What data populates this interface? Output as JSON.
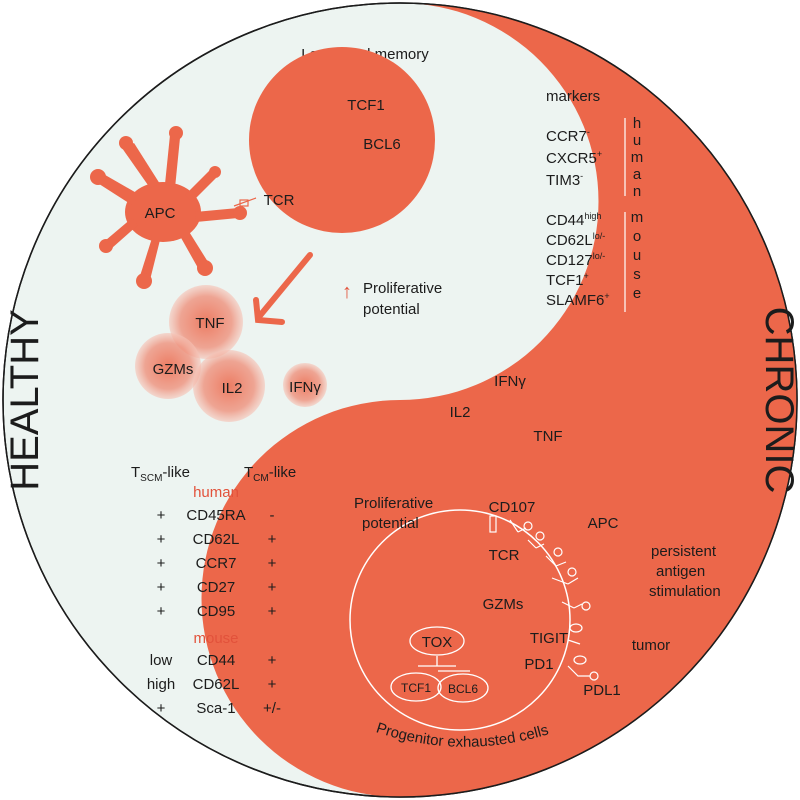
{
  "colors": {
    "orange": "#ec674a",
    "light_bg": "#edf4f1",
    "soft_orange": "#f3a594",
    "red_text": "#e2523b",
    "ink": "#1c1c1c"
  },
  "healthy": {
    "side_label": "HEALTHY",
    "memory_title": "Long-lived memory",
    "memory_cell": {
      "tcf1": "TCF1",
      "bcl6": "BCL6",
      "tcr": "TCR"
    },
    "apc": "APC",
    "cytokines": {
      "tnf": "TNF",
      "gzms": "GZMs",
      "il2": "IL2",
      "ifng": "IFNγ"
    },
    "proliferative_arrow": "↑",
    "proliferative_line1": "Proliferative",
    "proliferative_line2": "potential",
    "table": {
      "col1": {
        "main": "T",
        "sub": "SCM",
        "suffix": "-like"
      },
      "col2": {
        "main": "T",
        "sub": "CM",
        "suffix": "-like"
      },
      "human_title": "human",
      "human_rows": [
        {
          "left": "+",
          "marker": "CD45RA",
          "right": "-"
        },
        {
          "left": "+",
          "marker": "CD62L",
          "right": "+"
        },
        {
          "left": "+",
          "marker": "CCR7",
          "right": "+"
        },
        {
          "left": "+",
          "marker": "CD27",
          "right": "+"
        },
        {
          "left": "+",
          "marker": "CD95",
          "right": "+"
        }
      ],
      "mouse_title": "mouse",
      "mouse_rows": [
        {
          "left": "low",
          "marker": "CD44",
          "right": "+"
        },
        {
          "left": "high",
          "marker": "CD62L",
          "right": "+"
        },
        {
          "left": "+",
          "marker": "Sca-1",
          "right": "+/-"
        }
      ]
    }
  },
  "chronic": {
    "side_label": "CHRONIC",
    "markers_title": "markers",
    "human_markers": [
      {
        "name": "CCR7",
        "sup": "-"
      },
      {
        "name": "CXCR5",
        "sup": "+"
      },
      {
        "name": "TIM3",
        "sup": "-"
      }
    ],
    "human_label": [
      "h",
      "u",
      "m",
      "a",
      "n"
    ],
    "mouse_markers": [
      {
        "name": "CD44",
        "sup": "high"
      },
      {
        "name": "CD62L",
        "sup": "lo/-"
      },
      {
        "name": "CD127",
        "sup": "lo/-"
      },
      {
        "name": "TCF1",
        "sup": "+"
      },
      {
        "name": "SLAMF6",
        "sup": "+"
      }
    ],
    "mouse_label": [
      "m",
      "o",
      "u",
      "s",
      "e"
    ],
    "cytokines": {
      "ifng": "IFNγ",
      "il2": "IL2",
      "tnf": "TNF"
    },
    "proliferative_line1": "Proliferative",
    "proliferative_line2": "potential",
    "cd107": "CD107",
    "apc": "APC",
    "persistent": [
      "persistent",
      "antigen",
      "stimulation"
    ],
    "tcr": "TCR",
    "gzms": "GZMs",
    "tigit": "TIGIT",
    "pd1": "PD1",
    "pdl1": "PDL1",
    "tumor": "tumor",
    "tox": "TOX",
    "tcf1": "TCF1",
    "bcl6": "BCL6",
    "progenitor": "Progenitor exhausted cells"
  }
}
